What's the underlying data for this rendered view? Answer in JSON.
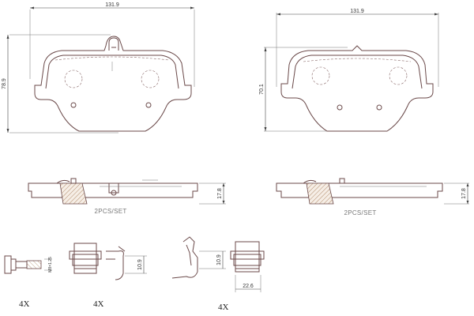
{
  "pad_left": {
    "width_dim": "131.9",
    "height_dim": "78.9",
    "thickness_dim": "17.8",
    "set_label": "2PCS/SET"
  },
  "pad_right": {
    "width_dim": "131.9",
    "height_dim": "70.1",
    "thickness_dim": "17.8",
    "set_label": "2PCS/SET"
  },
  "bolt": {
    "dim": "M8×1.25",
    "qty": "4X"
  },
  "clip_a": {
    "dim": "10.9",
    "qty": "4X"
  },
  "clip_b": {
    "dim_height": "10.9",
    "dim_width": "22.6",
    "qty": "4X"
  },
  "colors": {
    "outline": "#6b4a4a",
    "friction_hatch": "#c9a27a"
  }
}
